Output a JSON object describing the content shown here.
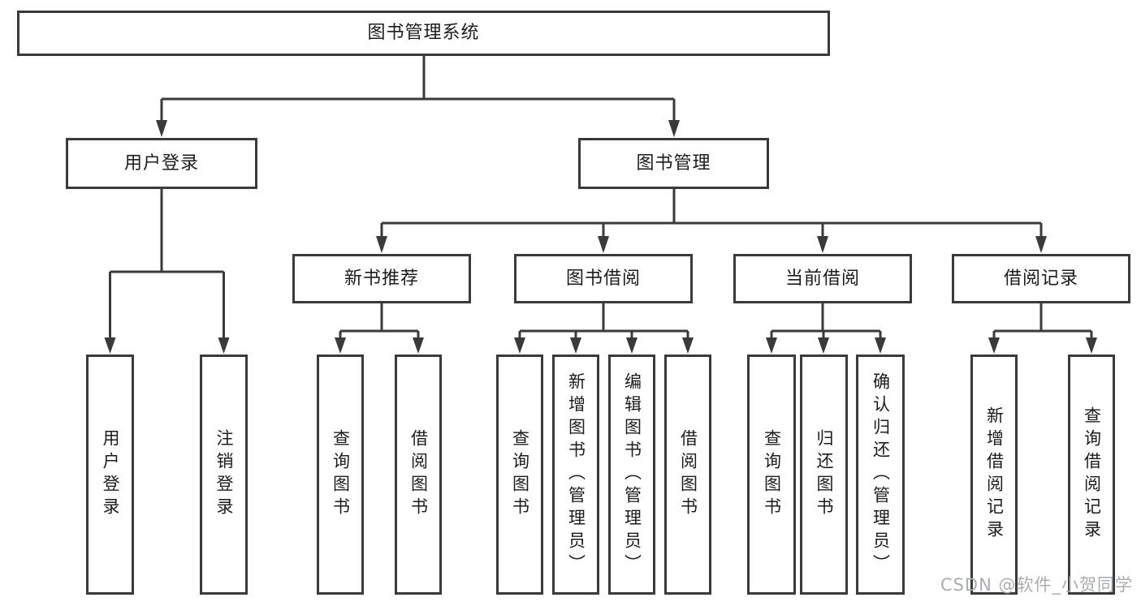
{
  "tree": {
    "root": "图书管理系统",
    "children": [
      {
        "label": "用户登录",
        "children": [
          "用户登录",
          "注销登录"
        ]
      },
      {
        "label": "图书管理",
        "children": [
          {
            "label": "新书推荐",
            "children": [
              "查询图书",
              "借阅图书"
            ]
          },
          {
            "label": "图书借阅",
            "children": [
              "查询图书",
              "新增图书（管理员）",
              "编辑图书（管理员）",
              "借阅图书"
            ]
          },
          {
            "label": "当前借阅",
            "children": [
              "查询图书",
              "归还图书",
              "确认归还（管理员）"
            ]
          },
          {
            "label": "借阅记录",
            "children": [
              "新增借阅记录",
              "查询借阅记录"
            ]
          }
        ]
      }
    ]
  },
  "watermark": {
    "text": "CSDN @软件_小贺同学"
  },
  "colors": {
    "line": "#3a3a3a",
    "box_border": "#3a3a3a",
    "text": "#1c1c1c",
    "watermark": "#a9adb2",
    "background": "#ffffff"
  }
}
